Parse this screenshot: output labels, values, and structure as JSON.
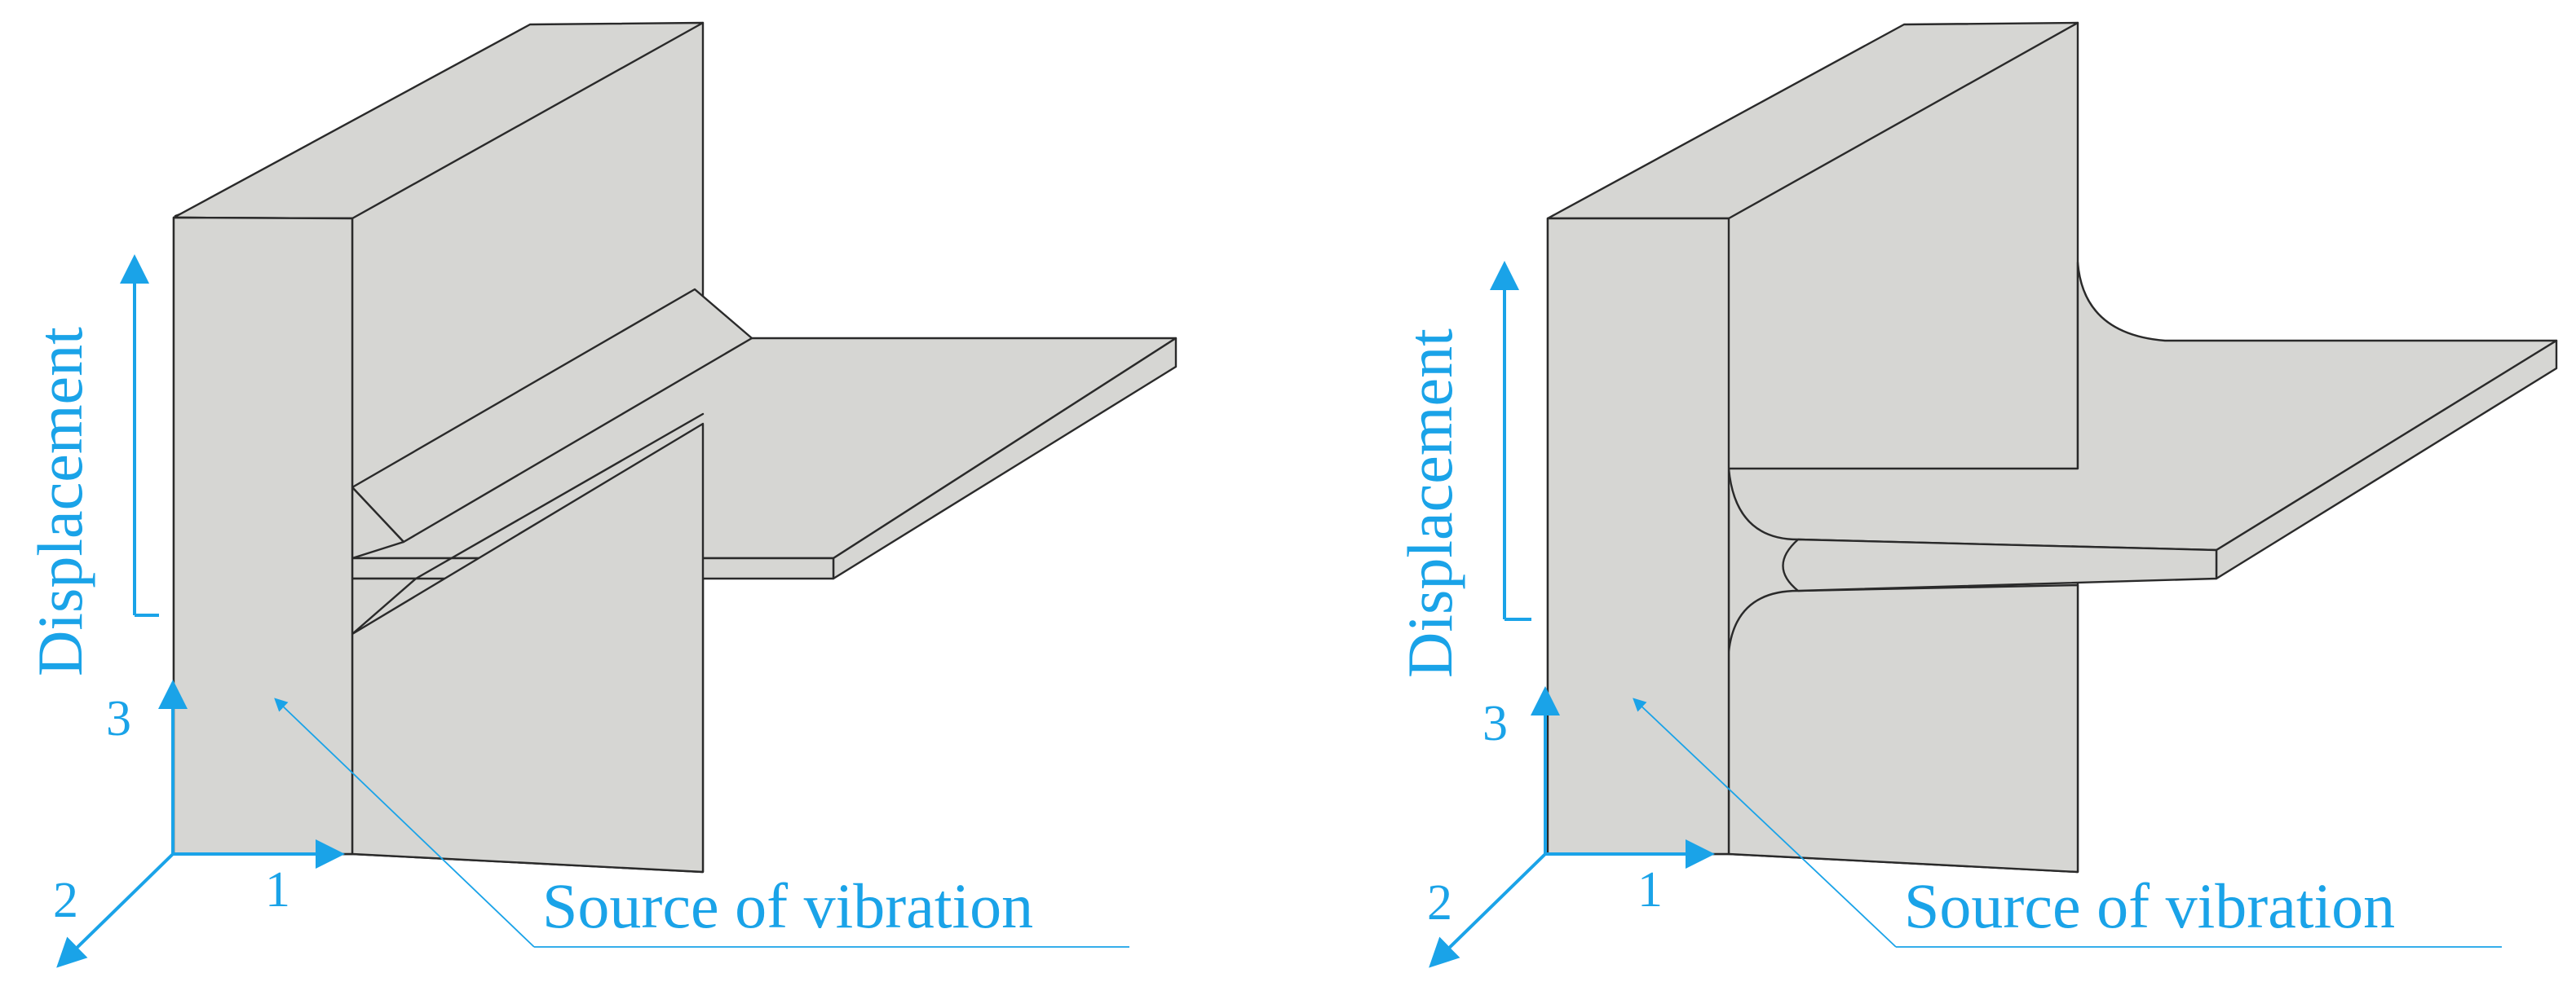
{
  "colors": {
    "accent": "#1aa3e8",
    "body": "#d6d6d3",
    "outline": "#2a2a2a"
  },
  "panels": [
    {
      "id": "fillet-weld-joint",
      "displacement_label": "Displacement",
      "source_label": "Source of vibration",
      "axes": {
        "axis1": "1",
        "axis2": "2",
        "axis3": "3"
      }
    },
    {
      "id": "radiused-joint",
      "displacement_label": "Displacement",
      "source_label": "Source of vibration",
      "axes": {
        "axis1": "1",
        "axis2": "2",
        "axis3": "3"
      }
    }
  ]
}
